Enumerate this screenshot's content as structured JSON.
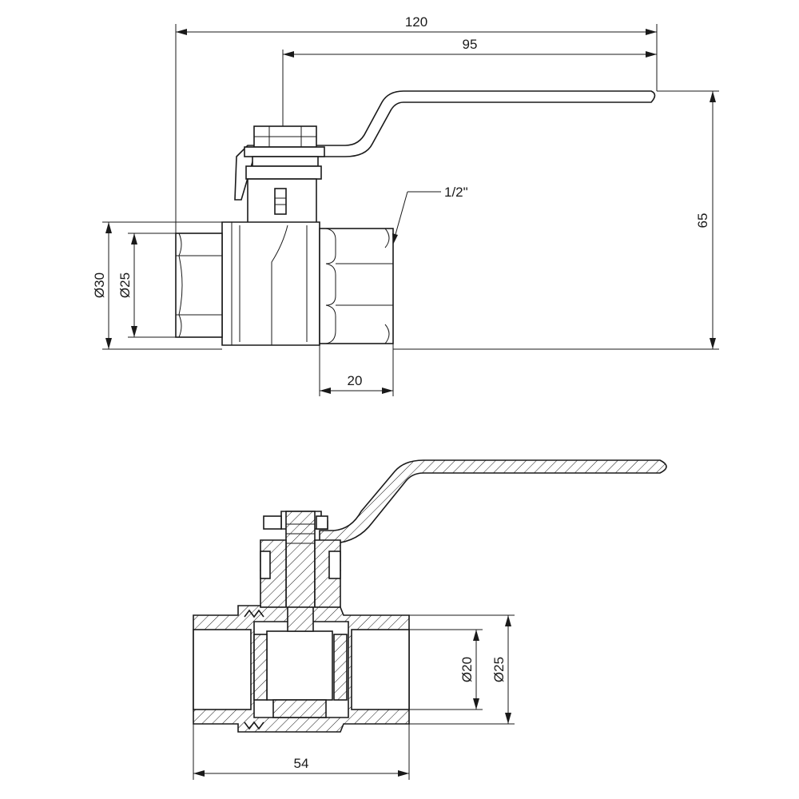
{
  "dimensions": {
    "overall_length": "120",
    "lever_length": "95",
    "height": "65",
    "thread_size": "1/2\"",
    "outer_diameter": "Ø30",
    "inner_diameter_top": "Ø25",
    "thread_length": "20",
    "bore_diameter": "Ø20",
    "bore_outer_diameter": "Ø25",
    "body_length": "54"
  }
}
